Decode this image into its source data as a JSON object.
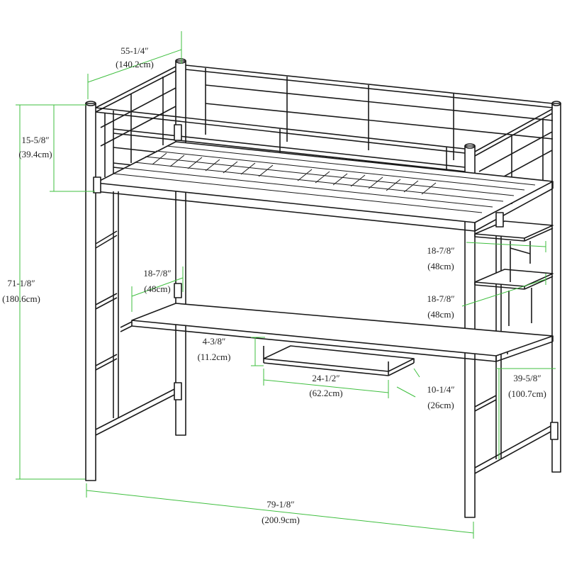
{
  "colors": {
    "frame": "#1a1a1a",
    "dimension_line": "#3fbf3f",
    "text": "#222222",
    "background": "#ffffff"
  },
  "dimensions": {
    "width_top": {
      "imperial": "55-1/4″",
      "metric": "(140.2cm)"
    },
    "rail_height": {
      "imperial": "15-5/8″",
      "metric": "(39.4cm)"
    },
    "total_height": {
      "imperial": "71-1/8″",
      "metric": "(180.6cm)"
    },
    "desk_depth_left": {
      "imperial": "18-7/8″",
      "metric": "(48cm)"
    },
    "shelf_depth_upper": {
      "imperial": "18-7/8″",
      "metric": "(48cm)"
    },
    "shelf_depth_lower": {
      "imperial": "18-7/8″",
      "metric": "(48cm)"
    },
    "keyboard_height": {
      "imperial": "4-3/8″",
      "metric": "(11.2cm)"
    },
    "keyboard_width": {
      "imperial": "24-1/2″",
      "metric": "(62.2cm)"
    },
    "keyboard_depth": {
      "imperial": "10-1/4″",
      "metric": "(26cm)"
    },
    "desk_height": {
      "imperial": "39-5/8″",
      "metric": "(100.7cm)"
    },
    "total_length": {
      "imperial": "79-1/8″",
      "metric": "(200.9cm)"
    }
  }
}
